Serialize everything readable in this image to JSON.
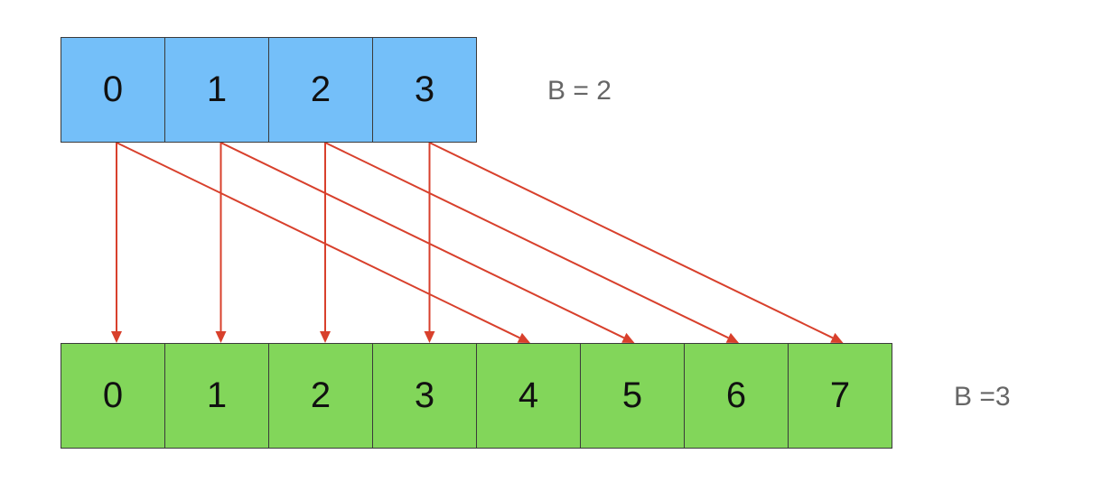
{
  "top_array": {
    "cells": [
      "0",
      "1",
      "2",
      "3"
    ],
    "label": "B = 2",
    "fill_color": "#74bff9"
  },
  "bottom_array": {
    "cells": [
      "0",
      "1",
      "2",
      "3",
      "4",
      "5",
      "6",
      "7"
    ],
    "label": "B =3",
    "fill_color": "#82d65a"
  },
  "mapping": [
    {
      "from": 0,
      "to": 0
    },
    {
      "from": 0,
      "to": 4
    },
    {
      "from": 1,
      "to": 1
    },
    {
      "from": 1,
      "to": 5
    },
    {
      "from": 2,
      "to": 2
    },
    {
      "from": 2,
      "to": 6
    },
    {
      "from": 3,
      "to": 3
    },
    {
      "from": 3,
      "to": 7
    }
  ],
  "arrow_color": "#d8402c"
}
